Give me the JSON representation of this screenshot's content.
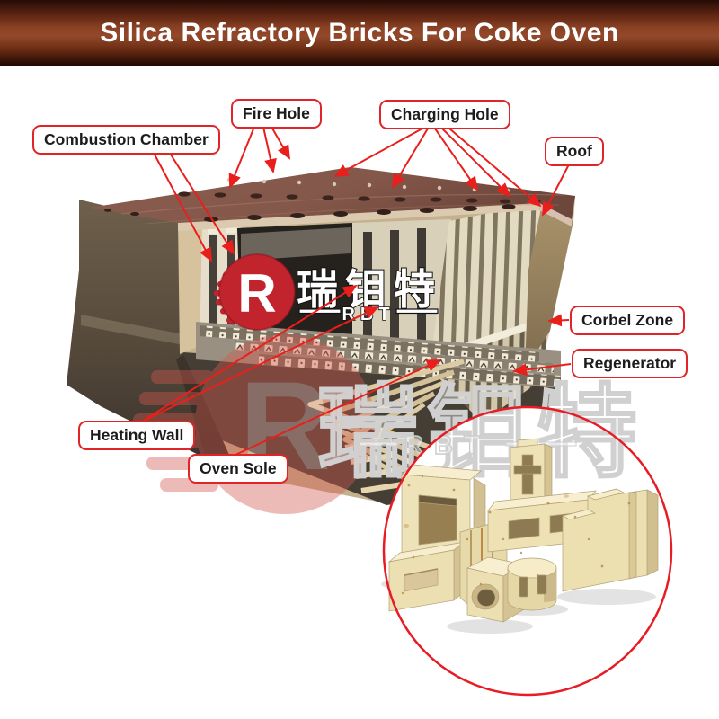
{
  "header": {
    "title": "Silica Refractory Bricks For Coke Oven",
    "text_color": "#ffffff",
    "bg_color_dark": "#240c05",
    "bg_color_mid": "#93482a"
  },
  "diagram": {
    "label_border_color": "#e02427",
    "arrow_color": "#ea1f1c",
    "labels": [
      {
        "id": "combustion-chamber",
        "text": "Combustion Chamber"
      },
      {
        "id": "fire-hole",
        "text": "Fire Hole"
      },
      {
        "id": "charging-hole",
        "text": "Charging Hole"
      },
      {
        "id": "roof",
        "text": "Roof"
      },
      {
        "id": "corbel-zone",
        "text": "Corbel Zone"
      },
      {
        "id": "regenerator",
        "text": "Regenerator"
      },
      {
        "id": "heating-wall",
        "text": "Heating Wall"
      },
      {
        "id": "oven-sole",
        "text": "Oven Sole"
      }
    ]
  },
  "logo": {
    "monogram": "R",
    "brand_cn": "瑞钼特",
    "brand_en": "RBT",
    "primary_color": "#c2242e"
  },
  "watermark": {
    "monogram": "R",
    "brand_cn": "瑞钼特",
    "brand_en": "RBT"
  },
  "inset": {
    "border_color": "#e81c24"
  }
}
